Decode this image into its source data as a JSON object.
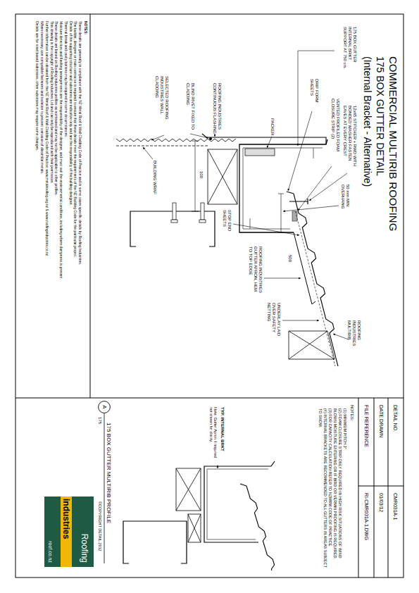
{
  "diagram": {
    "title": "COMMERCIAL MULTIRIB ROOFING",
    "nodes": [
      {
        "text": [
          "A"
        ]
      },
      {
        "text": [
          "Roofing",
          "industries",
          "roof.co.nz"
        ]
      }
    ],
    "labels": [
      "175 BOX GUTTER DETAIL",
      "(Internal Bracket - Alternative)",
      "175 BOX GUTTER INTERNAL BRKT SUPPORT AT 750 crs.",
      "12x65 STITCHER + RWD WITH BONDED WASHER FASTEN EAVES AT EVERY CREST",
      "VENTED PROFILED FOAM CLOSURE STRIP (2)",
      "DRIP FORM SHEETS",
      "PACKER",
      "50 mm MIN. OVERHANG",
      "ROOFING INDUSTRIES MULTIRIB",
      "UNDERLAY LAID OVER SAFETY NETTING",
      "ROOFING INDUSTRIES GUTTER APRON, HEM TO TOP EDGE",
      "500",
      "STOP END SHEETS",
      "100",
      "ROOFING INDUSTRIES CONTINUOUS FLASHING",
      "BLIND RIVET FIXED TO CLADDING",
      "SELECTED ROOFING INDUSTRIES WALL CLADDING",
      "BUILDING WRAP",
      "DETAIL NO.",
      "CMR031A-1",
      "DATE DRAWN",
      "01/03/12",
      "FILE REFERENCE",
      "RI-CMR031A-1.DWG",
      "NOTES:",
      "(1) MINIMUM PITCH 3°",
      "(2) FOAM CLOSURE STRIP ONLY REQUIRED IN HIGH RISK SITUATIONS OF WIND BLOWN MOISTURE ENTERING OR IF BIRD OR VERMIN PROOFING IS REQUIRED.",
      "(3) FOR CAPACITY CALCULATION REFER TO NZMRM CODE OF PRACTICE.",
      "(4) INTERNAL BRACKETS ARE RECOMMENDED TO ALL GUTTERS IN AREAS SUBJECT TO SNOW.",
      "TYP. INTERNAL BRKT",
      "Note: Gutter Apron if required not shown for clarity.",
      "175 BOX GUTTER MULTIRIB PROFILE",
      "175",
      "©COPYRIGHT DETAIL 2012",
      "NOTES:",
      "These details are generally in compliance with the NZ Metal Roof & Wall Cladding Code of Practice and in some cases specific details by Roofing Industries.",
      "The builder, designer or main contractor is required to ensure that these details meet the requirements of the NZ Building Code for the particular project.",
      "Details of the supporting structure and substrates are indicative only and are the responsibility of the building designer.",
      "Thermal break and cavity battens may be required in some circumstances.",
      "Moisture detection and flashing arrangements are the responsibility of the designer, and must suit the environmental conditions, including where dampness is present.",
      "These details are based on Roofing Industries profiles as nominated and may not be applicable to other profiles.",
      "This drawing is the copyright of Roofing Industries Ltd and can only be reproduced with their permission.",
      "Further information can be obtained from the NZ Metal Roof & Wall Cladding Code of Practice: www.metalroofing.org.nz & www.roofingindustries.co.nz",
      "Where necessary, use compatible fasteners and isolation to prevent corrosion of dissimilar metals.",
      "Details are for steel based substrates, other substrates may require some changes."
    ]
  }
}
